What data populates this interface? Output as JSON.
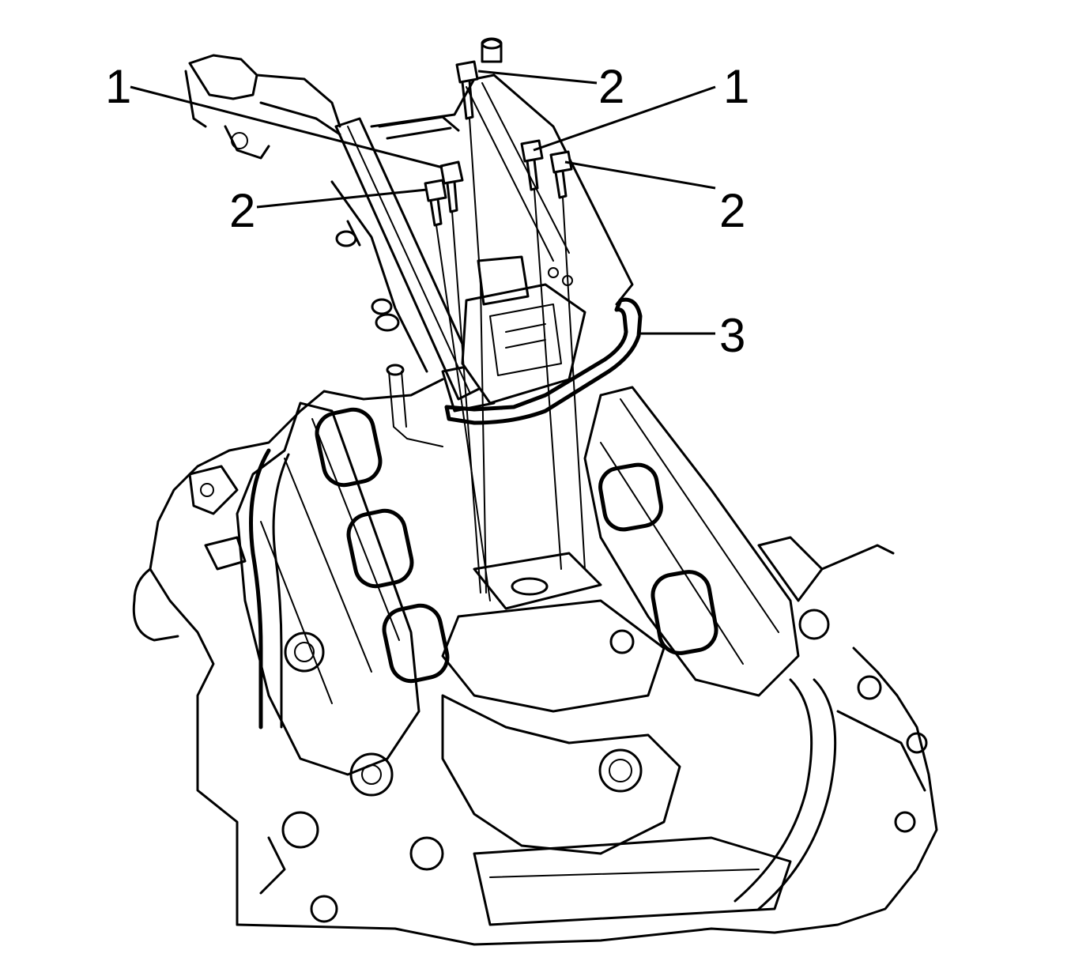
{
  "callouts": [
    {
      "id": "c1a",
      "label": "1"
    },
    {
      "id": "c2a",
      "label": "2"
    },
    {
      "id": "c1b",
      "label": "1"
    },
    {
      "id": "c2b",
      "label": "2"
    },
    {
      "id": "c2c",
      "label": "2"
    },
    {
      "id": "c3",
      "label": "3"
    }
  ],
  "colors": {
    "line": "#000000",
    "background": "#ffffff"
  }
}
